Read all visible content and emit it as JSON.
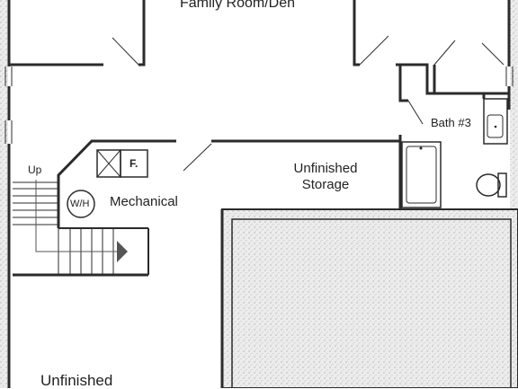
{
  "rooms": {
    "family_room": "Family Room/Den",
    "bath3": "Bath #3",
    "unfinished_storage": "Unfinished Storage",
    "mechanical": "Mechanical",
    "unfinished": "Unfinished"
  },
  "symbols": {
    "furnace": "F.",
    "water_heater": "W/H",
    "stairs_up": "Up"
  },
  "colors": {
    "wall": "#2b2b2b",
    "stipple_fill": "#ececec",
    "background": "#ffffff"
  }
}
